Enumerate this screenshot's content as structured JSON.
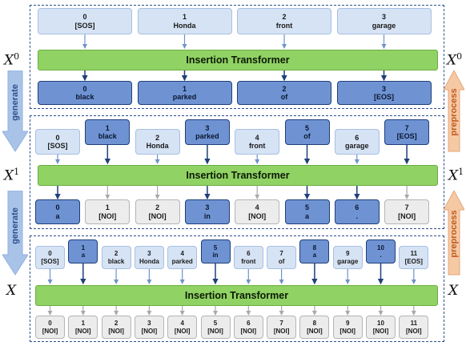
{
  "stage1": {
    "label": "X",
    "label_sup": "0",
    "right_label": "X",
    "right_label_sup": "0",
    "inputs": [
      {
        "idx": "0",
        "text": "[SOS]"
      },
      {
        "idx": "1",
        "text": "Honda"
      },
      {
        "idx": "2",
        "text": "front"
      },
      {
        "idx": "3",
        "text": "garage"
      }
    ],
    "model": "Insertion Transformer",
    "outputs": [
      {
        "idx": "0",
        "text": "black"
      },
      {
        "idx": "1",
        "text": "parked"
      },
      {
        "idx": "2",
        "text": "of"
      },
      {
        "idx": "3",
        "text": "[EOS]"
      }
    ]
  },
  "stage2": {
    "label": "X",
    "label_sup": "1",
    "right_label": "X",
    "right_label_sup": "1",
    "inputs": [
      {
        "idx": "0",
        "text": "[SOS]",
        "inserted": false
      },
      {
        "idx": "1",
        "text": "black",
        "inserted": true
      },
      {
        "idx": "2",
        "text": "Honda",
        "inserted": false
      },
      {
        "idx": "3",
        "text": "parked",
        "inserted": true
      },
      {
        "idx": "4",
        "text": "front",
        "inserted": false
      },
      {
        "idx": "5",
        "text": "of",
        "inserted": true
      },
      {
        "idx": "6",
        "text": "garage",
        "inserted": false
      },
      {
        "idx": "7",
        "text": "[EOS]",
        "inserted": true
      }
    ],
    "model": "Insertion Transformer",
    "outputs": [
      {
        "idx": "0",
        "text": "a",
        "insert": true
      },
      {
        "idx": "1",
        "text": "[NOI]",
        "insert": false
      },
      {
        "idx": "2",
        "text": "[NOI]",
        "insert": false
      },
      {
        "idx": "3",
        "text": "in",
        "insert": true
      },
      {
        "idx": "4",
        "text": "[NOI]",
        "insert": false
      },
      {
        "idx": "5",
        "text": "a",
        "insert": true
      },
      {
        "idx": "6",
        "text": ".",
        "insert": true
      },
      {
        "idx": "7",
        "text": "[NOI]",
        "insert": false
      }
    ]
  },
  "stage3": {
    "label": "X",
    "right_label": "X",
    "inputs": [
      {
        "idx": "0",
        "text": "[SOS]",
        "inserted": false
      },
      {
        "idx": "1",
        "text": "a",
        "inserted": true
      },
      {
        "idx": "2",
        "text": "black",
        "inserted": false
      },
      {
        "idx": "3",
        "text": "Honda",
        "inserted": false
      },
      {
        "idx": "4",
        "text": "parked",
        "inserted": false
      },
      {
        "idx": "5",
        "text": "in",
        "inserted": true
      },
      {
        "idx": "6",
        "text": "front",
        "inserted": false
      },
      {
        "idx": "7",
        "text": "of",
        "inserted": false
      },
      {
        "idx": "8",
        "text": "a",
        "inserted": true
      },
      {
        "idx": "9",
        "text": "garage",
        "inserted": false
      },
      {
        "idx": "10",
        "text": ".",
        "inserted": true
      },
      {
        "idx": "11",
        "text": "[EOS]",
        "inserted": false
      }
    ],
    "model": "Insertion Transformer",
    "outputs": [
      {
        "idx": "0",
        "text": "[NOI]"
      },
      {
        "idx": "1",
        "text": "[NOI]"
      },
      {
        "idx": "2",
        "text": "[NOI]"
      },
      {
        "idx": "3",
        "text": "[NOI]"
      },
      {
        "idx": "4",
        "text": "[NOI]"
      },
      {
        "idx": "5",
        "text": "[NOI]"
      },
      {
        "idx": "6",
        "text": "[NOI]"
      },
      {
        "idx": "7",
        "text": "[NOI]"
      },
      {
        "idx": "8",
        "text": "[NOI]"
      },
      {
        "idx": "9",
        "text": "[NOI]"
      },
      {
        "idx": "10",
        "text": "[NOI]"
      },
      {
        "idx": "11",
        "text": "[NOI]"
      }
    ]
  },
  "side_arrows": {
    "generate_label": "generate",
    "preprocess_label": "preprocess"
  },
  "colors": {
    "model_fill": "#90d264",
    "inserted_token": "#6f93d2",
    "context_token": "#d6e3f4",
    "noi_token": "#ececec",
    "generate_arrow": "#a9c3e8",
    "preprocess_arrow": "#f6c9a5",
    "frame": "#2f4f8f"
  }
}
